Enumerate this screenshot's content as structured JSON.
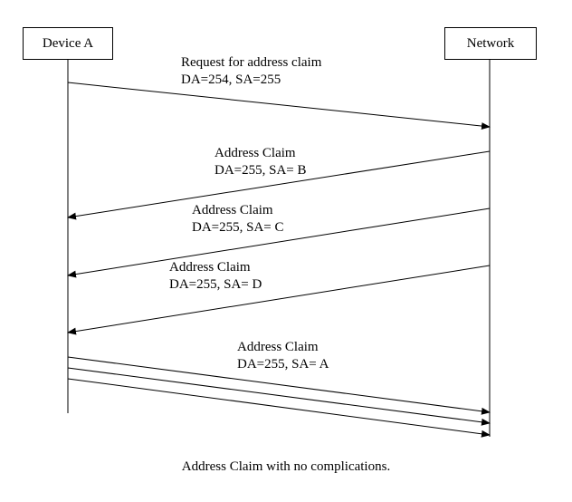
{
  "lifelines": {
    "device": "Device A",
    "network": "Network"
  },
  "messages": [
    {
      "label": "Request for address claim",
      "detail": "DA=254, SA=255"
    },
    {
      "label": "Address Claim",
      "detail": "DA=255, SA= B"
    },
    {
      "label": "Address Claim",
      "detail": "DA=255, SA= C"
    },
    {
      "label": "Address Claim",
      "detail": "DA=255, SA= D"
    },
    {
      "label": "Address Claim",
      "detail": "DA=255, SA= A"
    }
  ],
  "caption": "Address Claim with no complications."
}
